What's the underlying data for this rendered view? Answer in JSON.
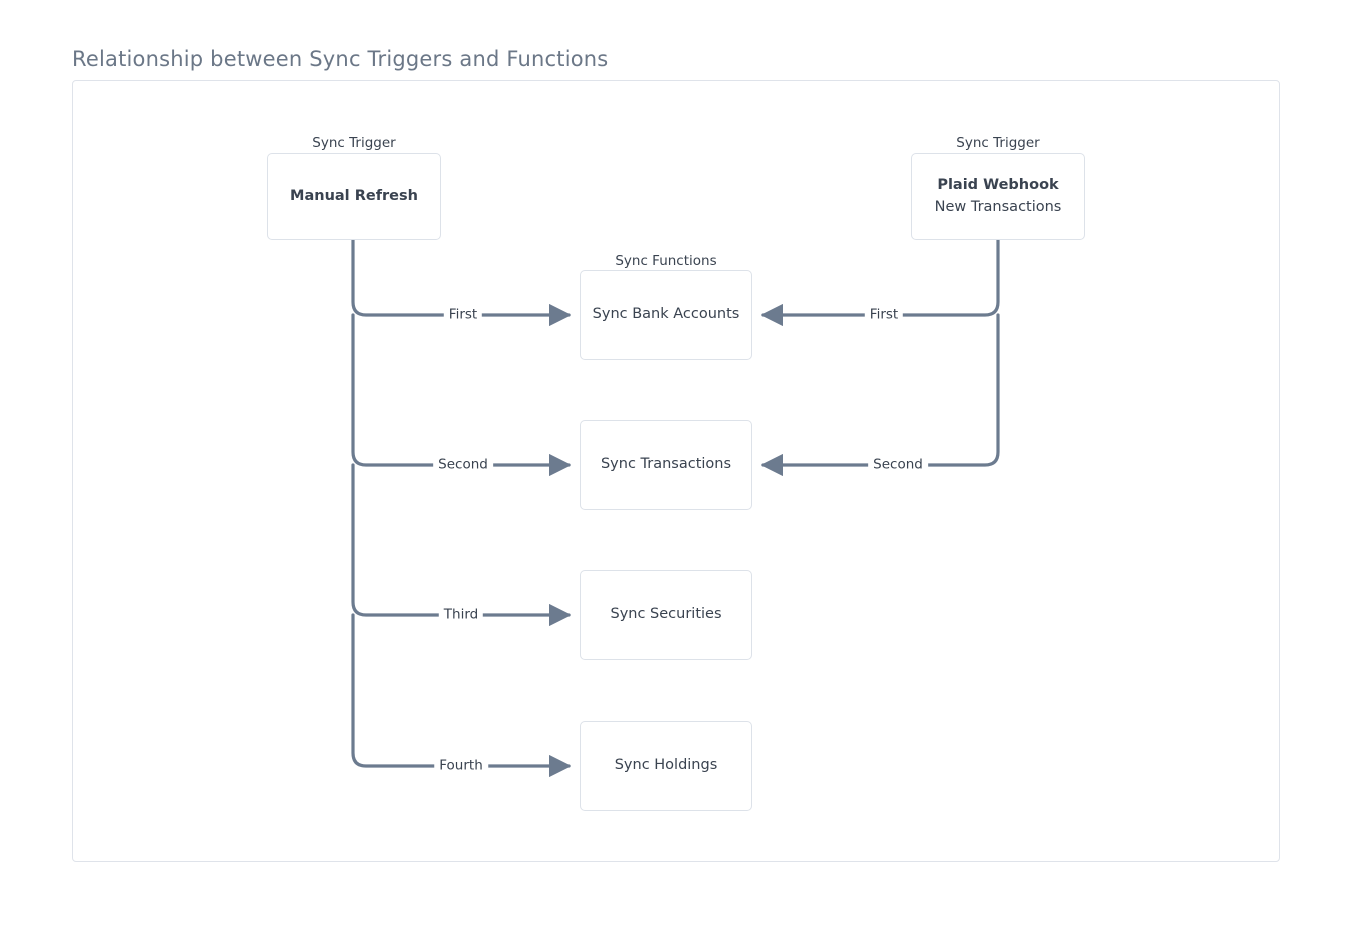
{
  "page": {
    "title": "Relationship between Sync Triggers and Functions"
  },
  "diagram": {
    "type": "flowchart",
    "theme": {
      "frame_border": "#dfe3ea",
      "node_border": "#dde2e9",
      "node_fill": "#ffffff",
      "node_text": "#3a4350",
      "title_text": "#6b7787",
      "edge_stroke": "#6c7b8f",
      "edge_label_text": "#39424f",
      "background": "#ffffff"
    },
    "clusters": [
      {
        "id": "trigger-left",
        "label": "Sync Trigger"
      },
      {
        "id": "trigger-right",
        "label": "Sync Trigger"
      },
      {
        "id": "functions",
        "label": "Sync Functions"
      }
    ],
    "nodes": [
      {
        "id": "manual-refresh",
        "cluster": "trigger-left",
        "lines": [
          {
            "text": "Manual Refresh",
            "bold": true
          }
        ]
      },
      {
        "id": "plaid-webhook",
        "cluster": "trigger-right",
        "lines": [
          {
            "text": "Plaid Webhook",
            "bold": true
          },
          {
            "text": "New Transactions",
            "bold": false
          }
        ]
      },
      {
        "id": "sync-bank-accounts",
        "cluster": "functions",
        "lines": [
          {
            "text": "Sync Bank Accounts",
            "bold": false
          }
        ]
      },
      {
        "id": "sync-transactions",
        "cluster": "functions",
        "lines": [
          {
            "text": "Sync Transactions",
            "bold": false
          }
        ]
      },
      {
        "id": "sync-securities",
        "cluster": "functions",
        "lines": [
          {
            "text": "Sync Securities",
            "bold": false
          }
        ]
      },
      {
        "id": "sync-holdings",
        "cluster": "functions",
        "lines": [
          {
            "text": "Sync Holdings",
            "bold": false
          }
        ]
      }
    ],
    "edges": [
      {
        "id": "e1",
        "from": "manual-refresh",
        "to": "sync-bank-accounts",
        "label": "First",
        "direction": "right"
      },
      {
        "id": "e2",
        "from": "manual-refresh",
        "to": "sync-transactions",
        "label": "Second",
        "direction": "right"
      },
      {
        "id": "e3",
        "from": "manual-refresh",
        "to": "sync-securities",
        "label": "Third",
        "direction": "right"
      },
      {
        "id": "e4",
        "from": "manual-refresh",
        "to": "sync-holdings",
        "label": "Fourth",
        "direction": "right"
      },
      {
        "id": "e5",
        "from": "plaid-webhook",
        "to": "sync-bank-accounts",
        "label": "First",
        "direction": "left"
      },
      {
        "id": "e6",
        "from": "plaid-webhook",
        "to": "sync-transactions",
        "label": "Second",
        "direction": "left"
      }
    ]
  }
}
